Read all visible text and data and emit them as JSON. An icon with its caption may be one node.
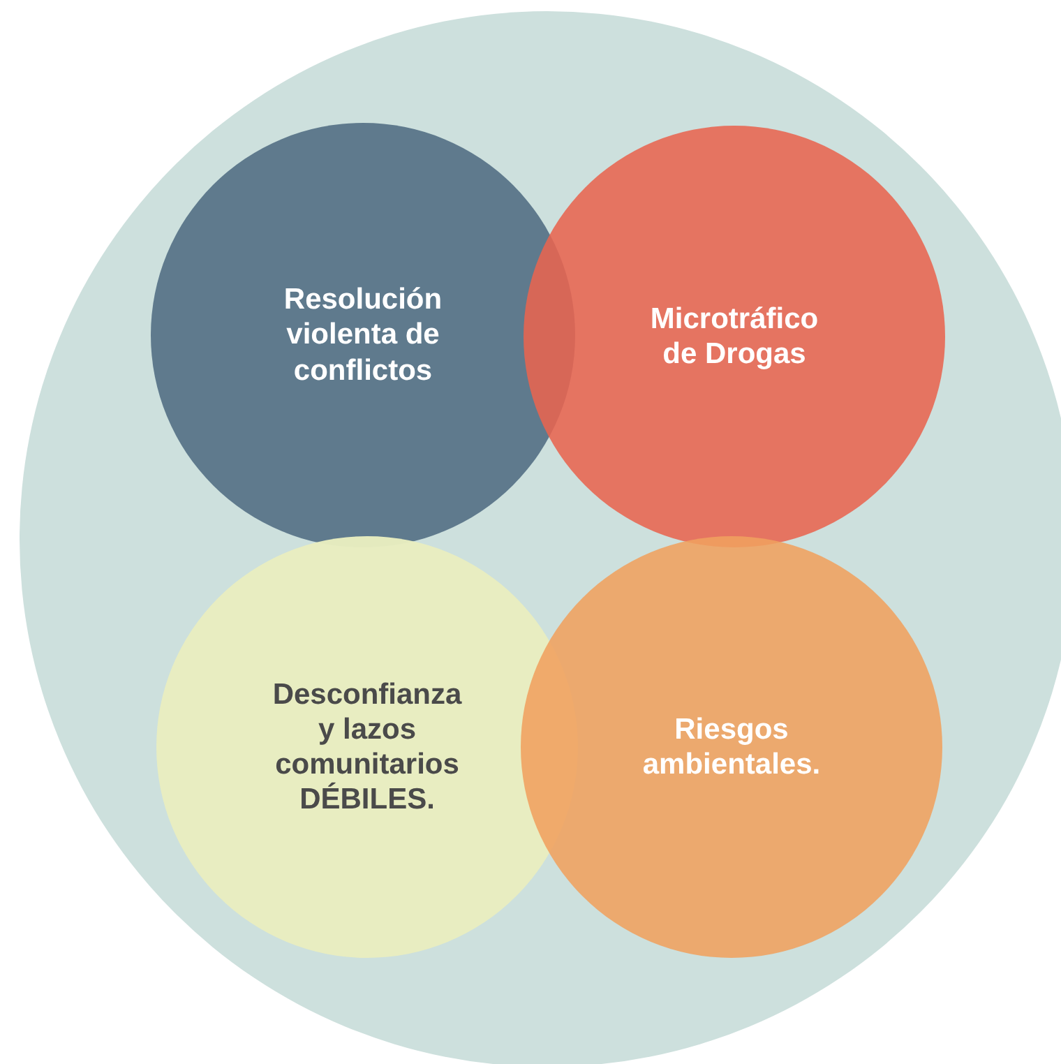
{
  "diagram": {
    "nodes": [
      {
        "text": [],
        "shape": "circle"
      },
      {
        "text": [
          "Resolución violenta de conflictos"
        ],
        "in": 0
      },
      {
        "text": [
          "Microtráfico de Drogas"
        ],
        "in": 0
      },
      {
        "text": [
          "Desconfianza y lazos comunitarios DÉBILES."
        ],
        "in": 0
      },
      {
        "text": [
          "Riesgos ambientales."
        ],
        "in": 0
      }
    ]
  }
}
